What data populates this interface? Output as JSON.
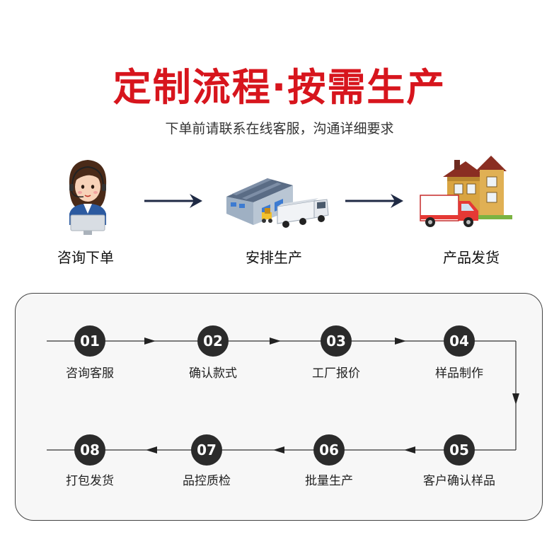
{
  "header": {
    "title": "定制流程·按需生产",
    "subtitle": "下单前请联系在线客服，沟通详细要求"
  },
  "stages": [
    {
      "label": "咨询下单",
      "icon": "customer-service-agent-icon"
    },
    {
      "label": "安排生产",
      "icon": "factory-truck-icon"
    },
    {
      "label": "产品发货",
      "icon": "delivery-house-icon"
    }
  ],
  "steps": [
    {
      "num": "01",
      "label": "咨询客服"
    },
    {
      "num": "02",
      "label": "确认款式"
    },
    {
      "num": "03",
      "label": "工厂报价"
    },
    {
      "num": "04",
      "label": "样品制作"
    },
    {
      "num": "05",
      "label": "客户确认样品"
    },
    {
      "num": "06",
      "label": "批量生产"
    },
    {
      "num": "07",
      "label": "品控质检"
    },
    {
      "num": "08",
      "label": "打包发货"
    }
  ],
  "colors": {
    "title_red": "#d7151d",
    "circle_dark": "#2b2b2b",
    "arrow_navy": "#1f2a44"
  }
}
